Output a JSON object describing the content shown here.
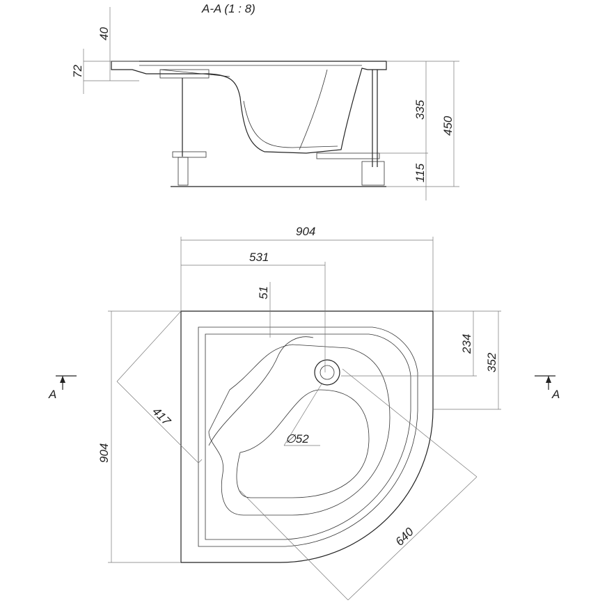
{
  "section": {
    "title": "A-A (1 : 8)",
    "dims": {
      "rim": "40",
      "rim_total": "72",
      "depth": "335",
      "total_height": "450",
      "leg": "115"
    }
  },
  "plan": {
    "dims": {
      "width": "904",
      "drain_x": "531",
      "offset": "51",
      "drain_y": "234",
      "arc_start": "352",
      "height": "904",
      "corner": "417",
      "diameter": "∅52",
      "radius": "640"
    },
    "section_marks": {
      "left": "A",
      "right": "A"
    }
  }
}
